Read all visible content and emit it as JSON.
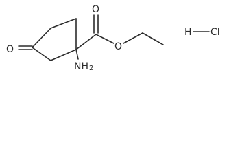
{
  "molecule": {
    "atoms": {
      "ketone_oxygen": "O",
      "carbonyl_oxygen": "O",
      "ester_oxygen": "O",
      "amine_prefix": "NH",
      "amine_subscript": "2",
      "hydrogen": "H",
      "chlorine": "Cl"
    },
    "line_color": "#2b2b2b",
    "background": "#ffffff"
  }
}
